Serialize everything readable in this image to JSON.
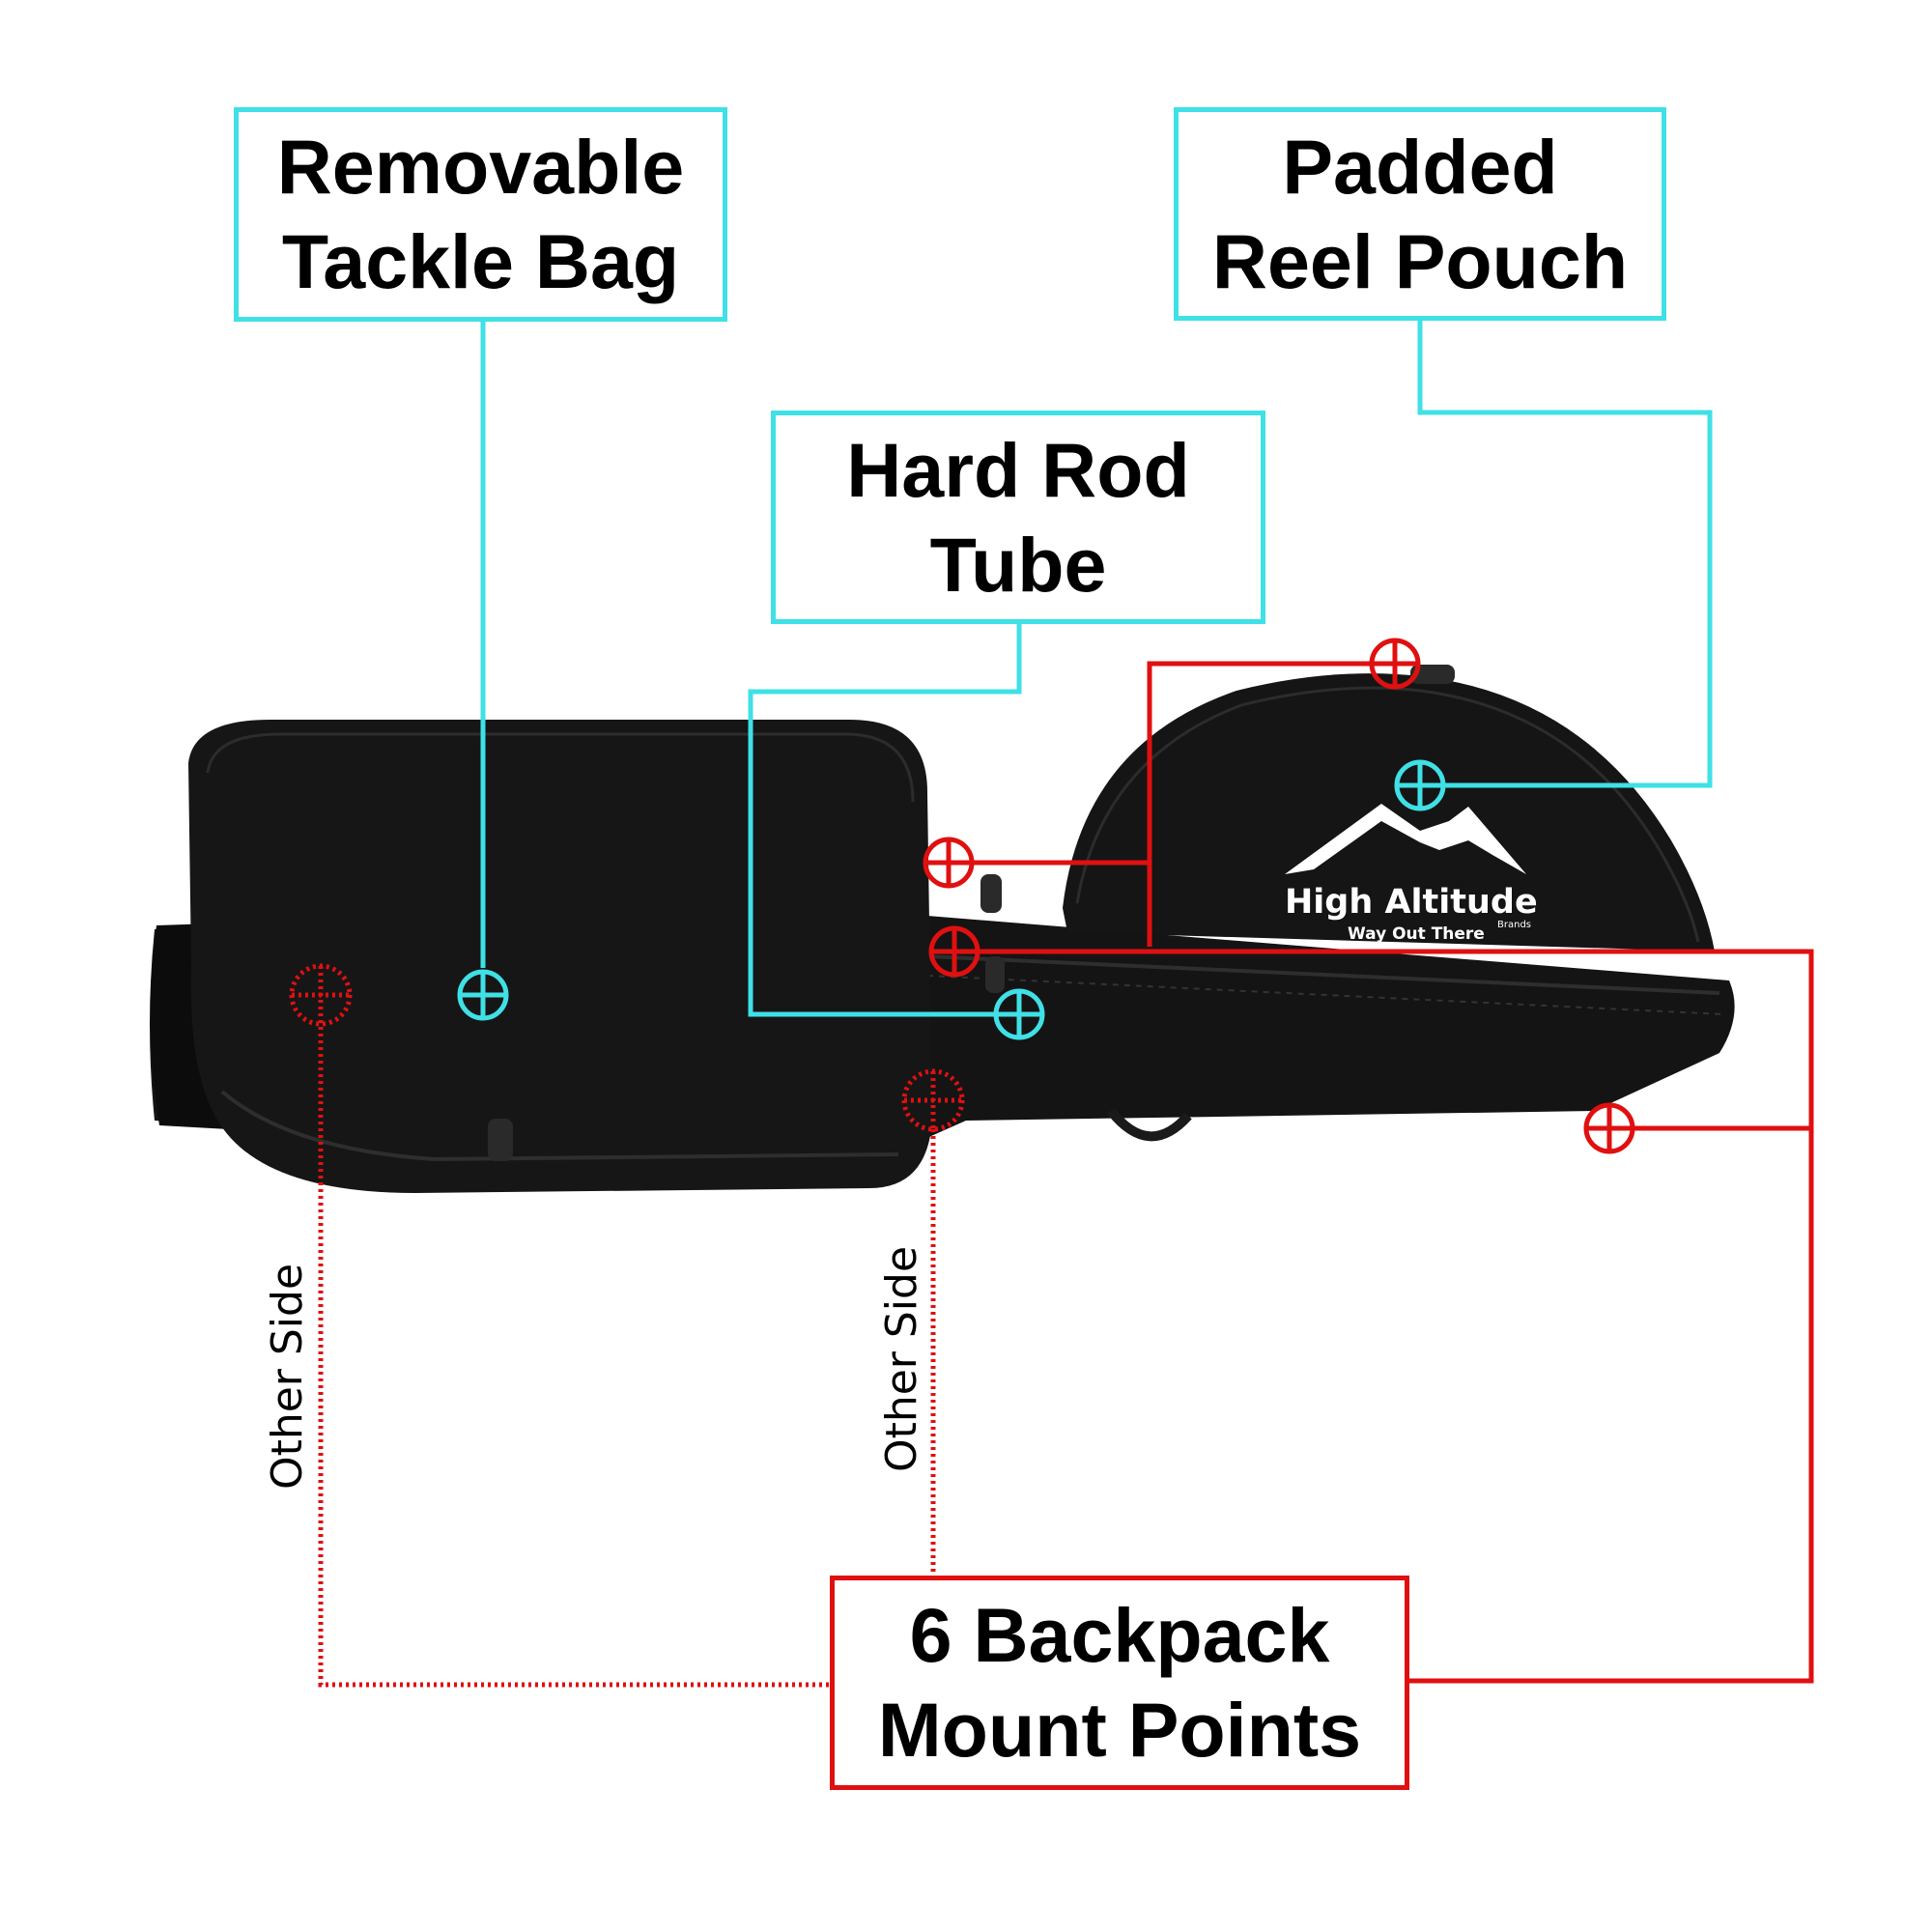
{
  "colors": {
    "feature": "#3fe0e6",
    "mount": "#e01010",
    "bag": "#141414",
    "background": "#ffffff"
  },
  "callouts": {
    "tackle_bag": {
      "line1": "Removable",
      "line2": "Tackle Bag"
    },
    "reel_pouch": {
      "line1": "Padded",
      "line2": "Reel Pouch"
    },
    "rod_tube": {
      "line1": "Hard Rod",
      "line2": "Tube"
    },
    "mount_points": {
      "line1": "6 Backpack",
      "line2": "Mount Points"
    }
  },
  "side_note": "Other Side",
  "logo": {
    "brand": "High Altitude",
    "tagline": "Way Out There",
    "sub": "Brands"
  },
  "icons": {
    "feature_marker": "crosshair-circle-icon",
    "mount_marker": "crosshair-circle-icon",
    "hidden_mount_marker": "dotted-crosshair-circle-icon"
  }
}
